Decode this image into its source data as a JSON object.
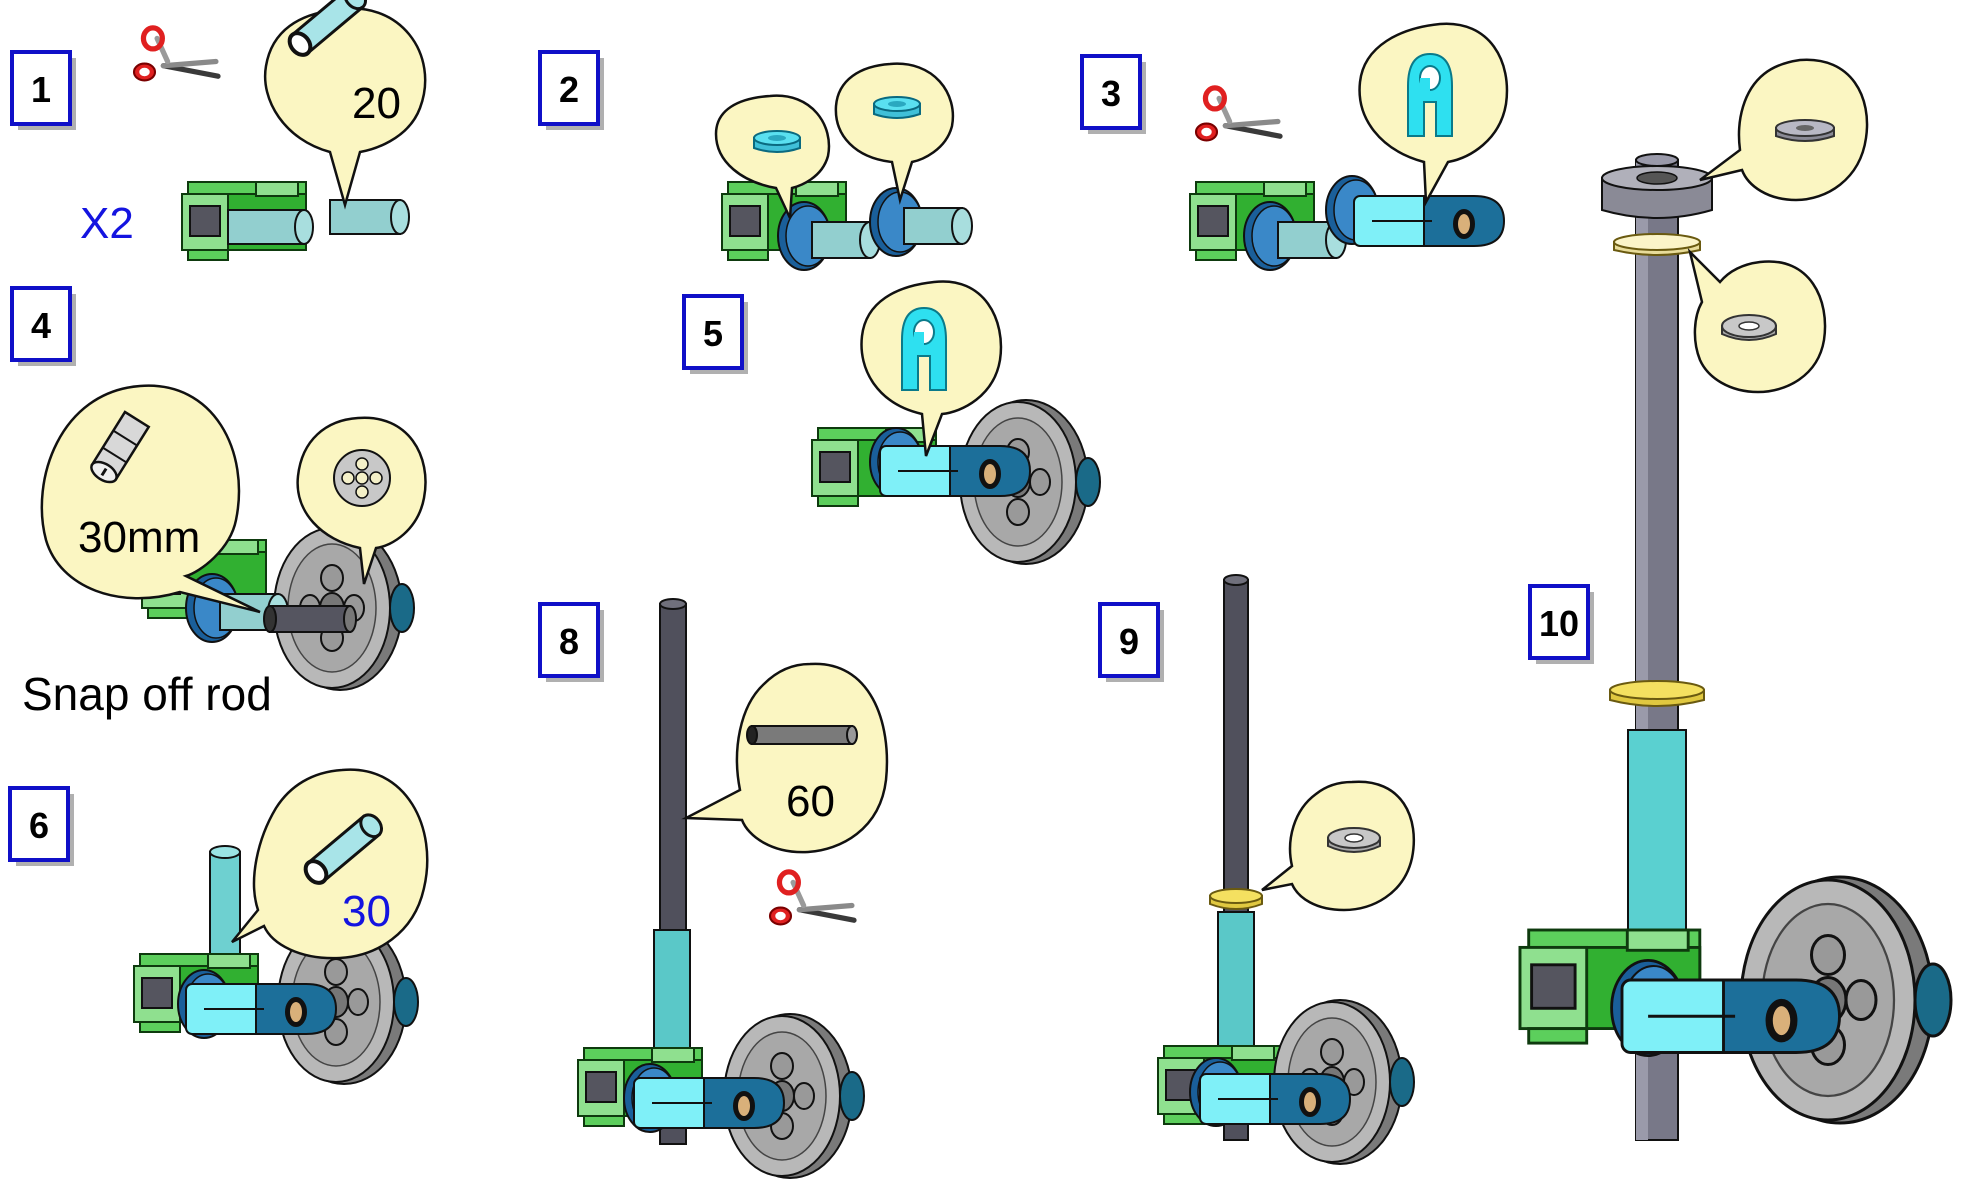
{
  "steps": [
    {
      "number": "1"
    },
    {
      "number": "2"
    },
    {
      "number": "3"
    },
    {
      "number": "4"
    },
    {
      "number": "5"
    },
    {
      "number": "6"
    },
    {
      "number": "8"
    },
    {
      "number": "9"
    },
    {
      "number": "10"
    }
  ],
  "labels": {
    "step1_tube_length": "20",
    "step1_quantity": "X2",
    "step4_pin_length": "30mm",
    "step4_note": "Snap off rod",
    "step6_tube_length": "30",
    "step8_rod_length": "60"
  },
  "colors": {
    "bubble_fill": "#fbf6c2",
    "connector_green": "#2fc02f",
    "connector_light_green": "#8fe08f",
    "tube_cyan": "#8ecfcf",
    "bushing_blue": "#2a78b8",
    "clip_cyan": "#6ee8f0",
    "wheel_gray": "#9a9a9a",
    "rod_dark": "#4e4e5c",
    "rod_gray": "#7a7a86",
    "washer_yellow": "#f4e060",
    "scissors_red": "#e02020",
    "number_box_border": "#1010c8"
  },
  "icons": [
    "scissors-icon",
    "tube-icon",
    "washer-icon",
    "clip-icon",
    "pin-icon",
    "wheel-icon",
    "rod-icon"
  ]
}
